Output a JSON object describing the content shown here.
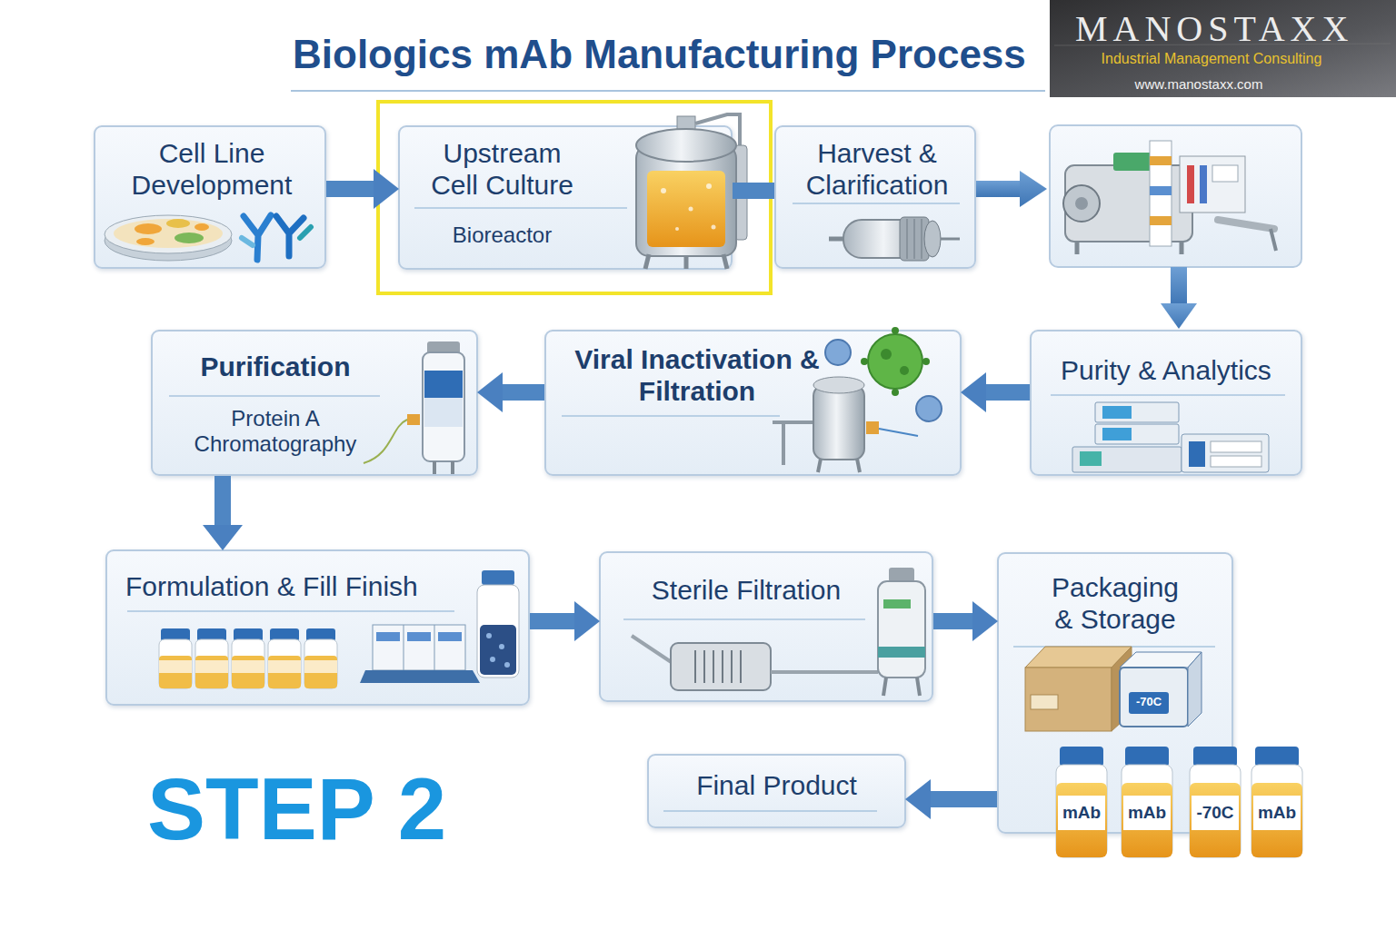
{
  "diagram": {
    "title": "Biologics mAb Manufacturing Process",
    "nodes": [
      {
        "text": [
          "Cell Line Development"
        ]
      },
      {
        "text": [
          "Upstream Cell Culture",
          "Bioreactor"
        ]
      },
      {
        "text": [
          "Harvest & Clarification"
        ]
      },
      {
        "text": [
          "Purification",
          "Protein A Chromatography"
        ]
      },
      {
        "text": [
          "Viral Inactivation & Filtration"
        ]
      },
      {
        "text": [
          "Purity & Analytics"
        ]
      },
      {
        "text": [
          "Formulation & Fill Finish"
        ]
      },
      {
        "text": [
          "Sterile Filtration"
        ]
      },
      {
        "text": [
          "Packaging & Storage"
        ]
      },
      {
        "text": [
          "Final Product"
        ]
      }
    ],
    "edges": [
      {
        "from": 0,
        "to": 1,
        "arrow": "to"
      },
      {
        "from": 1,
        "to": 2,
        "arrow": "none"
      },
      {
        "from": 5,
        "to": 4,
        "arrow": "to"
      },
      {
        "from": 4,
        "to": 3,
        "arrow": "to"
      },
      {
        "from": 3,
        "to": 6,
        "arrow": "to"
      },
      {
        "from": 6,
        "to": 7,
        "arrow": "to"
      },
      {
        "from": 7,
        "to": 8,
        "arrow": "to"
      },
      {
        "from": 8,
        "to": 9,
        "arrow": "to"
      }
    ],
    "labels": [
      "STEP 2",
      "MANOSTAXX",
      "Industrial Management Consulting",
      "www.manostaxx.com",
      "-70C",
      "mAb",
      "mAb",
      "-70C",
      "mAb"
    ]
  }
}
